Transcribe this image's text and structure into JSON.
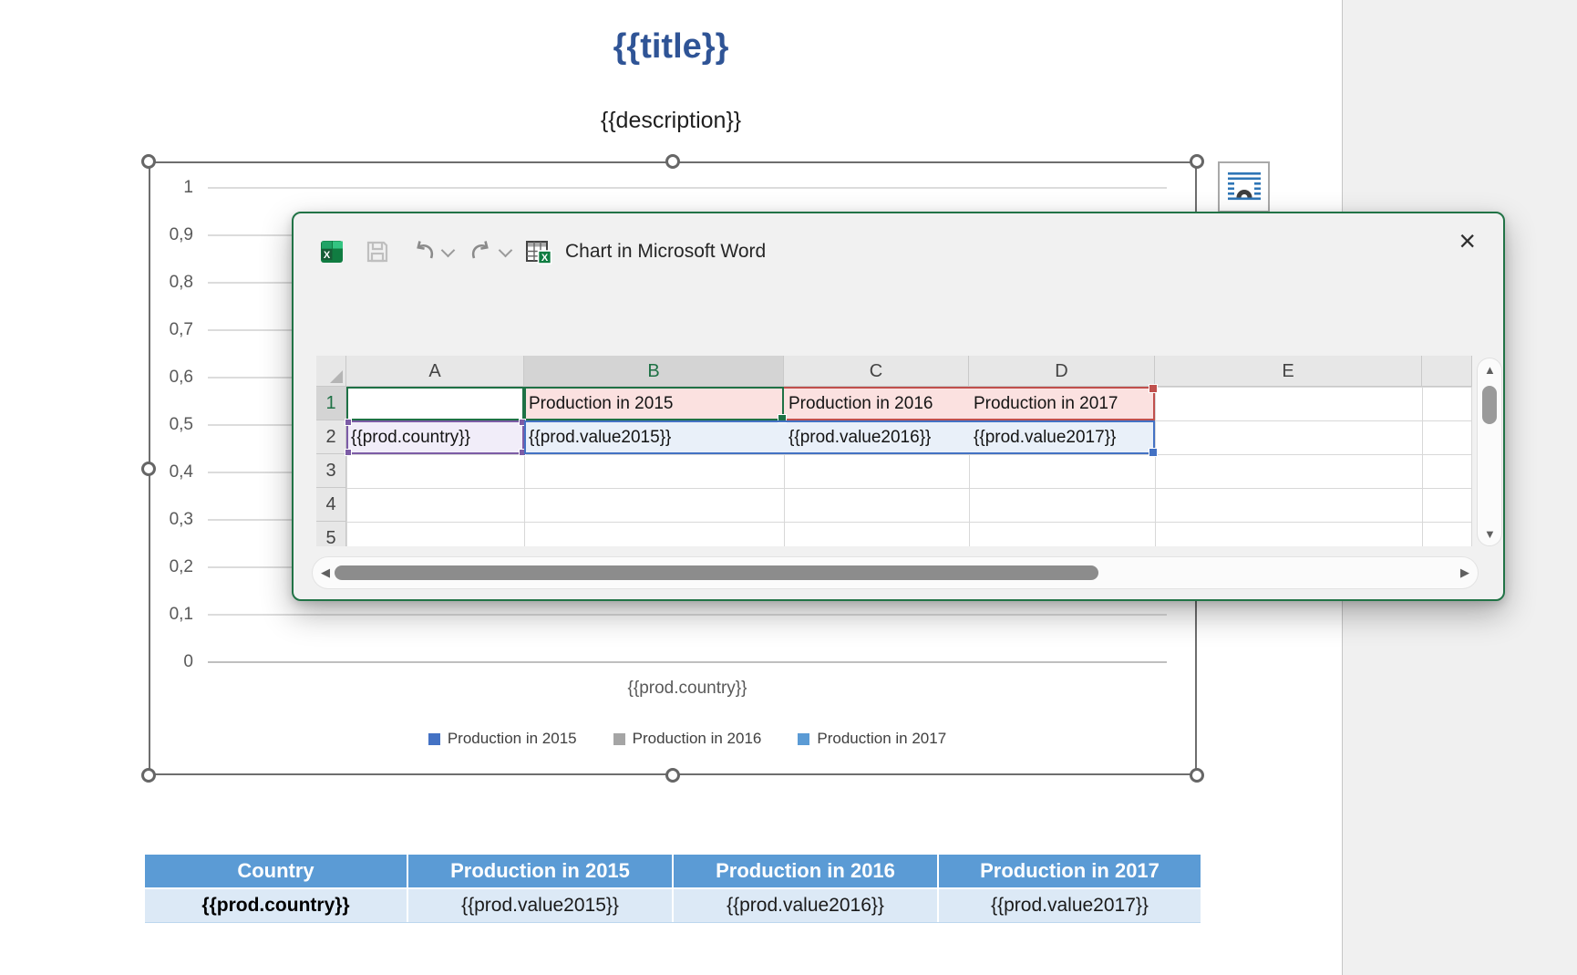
{
  "page": {
    "title": "{{title}}",
    "description": "{{description}}",
    "background_gray": "#F0F0F0"
  },
  "chart": {
    "y_ticks": [
      "1",
      "0,9",
      "0,8",
      "0,7",
      "0,6",
      "0,5",
      "0,4",
      "0,3",
      "0,2",
      "0,1",
      "0"
    ],
    "x_axis_label": "{{prod.country}}",
    "legend": [
      {
        "label": "Production in 2015",
        "color": "#4472C4"
      },
      {
        "label": "Production in 2016",
        "color": "#A5A5A5"
      },
      {
        "label": "Production in 2017",
        "color": "#5B9BD5"
      }
    ]
  },
  "chart_data": {
    "type": "bar",
    "title": "",
    "categories": [
      "{{prod.country}}"
    ],
    "series": [
      {
        "name": "Production in 2015",
        "values": [
          "{{prod.value2015}}"
        ],
        "color": "#4472C4"
      },
      {
        "name": "Production in 2016",
        "values": [
          "{{prod.value2016}}"
        ],
        "color": "#A5A5A5"
      },
      {
        "name": "Production in 2017",
        "values": [
          "{{prod.value2017}}"
        ],
        "color": "#5B9BD5"
      }
    ],
    "xlabel": "{{prod.country}}",
    "ylabel": "",
    "ylim": [
      0,
      1
    ],
    "y_tick_step": 0.1,
    "decimal_separator": ",",
    "grid": true,
    "legend_position": "bottom",
    "note": "template chart with placeholder bindings, no bars drawn"
  },
  "dialog": {
    "title_text": "Chart in Microsoft Word",
    "close_glyph": "×",
    "sheet": {
      "col_headers": [
        "A",
        "B",
        "C",
        "D",
        "E"
      ],
      "row_headers": [
        "1",
        "2",
        "3",
        "4",
        "5"
      ],
      "cells": {
        "a1": "",
        "b1": "Production in 2015",
        "c1": "Production in 2016",
        "d1": "Production in 2017",
        "a2": "{{prod.country}}",
        "b2": "{{prod.value2015}}",
        "c2": "{{prod.value2016}}",
        "d2": "{{prod.value2017}}"
      },
      "selection": {
        "active_cell_color": "#1E7145",
        "series_range_color": "#C0504D",
        "category_range_color": "#7C5CA6",
        "values_range_color": "#4472C4",
        "series_fill": "#FBE1E0",
        "category_fill": "#F1EDF9",
        "values_fill": "#E9F0F9"
      }
    },
    "scroll": {
      "up_glyph": "▲",
      "down_glyph": "▼",
      "left_glyph": "◀",
      "right_glyph": "▶"
    }
  },
  "doc_table": {
    "headers": [
      "Country",
      "Production in 2015",
      "Production in 2016",
      "Production in 2017"
    ],
    "row": [
      "{{prod.country}}",
      "{{prod.value2015}}",
      "{{prod.value2016}}",
      "{{prod.value2017}}"
    ],
    "header_bg": "#5B9BD5",
    "row_bg": "#DCE9F6"
  }
}
